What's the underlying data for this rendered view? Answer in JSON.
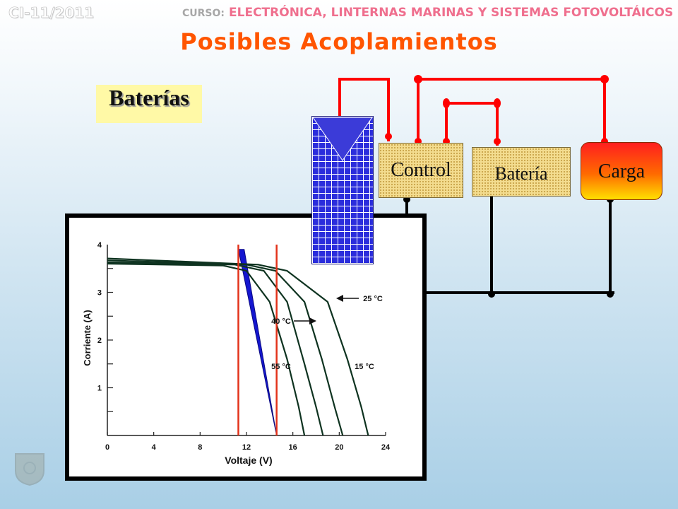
{
  "header": {
    "code": "CI-11/2011",
    "course_label": "CURSO:",
    "course_title": "ELECTRÓNICA, LINTERNAS MARINAS Y SISTEMAS FOTOVOLTÁICOS"
  },
  "title": "Posibles Acoplamientos",
  "badge": "Baterías",
  "diagram": {
    "control": "Control",
    "bateria": "Batería",
    "carga": "Carga"
  },
  "colors": {
    "title": "#ff5500",
    "wire_positive": "#ff0000",
    "wire_negative": "#000000",
    "panel": "#2b2ddc"
  },
  "chart_data": {
    "type": "line",
    "xlabel": "Voltaje (V)",
    "ylabel": "Corriente (A)",
    "xlim": [
      0,
      24
    ],
    "ylim": [
      0,
      4
    ],
    "x_ticks": [
      "0",
      "4",
      "8",
      "12",
      "16",
      "20",
      "24"
    ],
    "y_ticks": [
      "1",
      "2",
      "3",
      "4"
    ],
    "series": [
      {
        "name": "55 °C",
        "points": [
          [
            0,
            3.6
          ],
          [
            10,
            3.56
          ],
          [
            12,
            3.45
          ],
          [
            14,
            2.8
          ],
          [
            15.5,
            1.6
          ],
          [
            16.5,
            0.6
          ],
          [
            17.0,
            0
          ]
        ]
      },
      {
        "name": "40 °C",
        "points": [
          [
            0,
            3.63
          ],
          [
            11,
            3.58
          ],
          [
            13.5,
            3.45
          ],
          [
            15.5,
            2.8
          ],
          [
            17,
            1.5
          ],
          [
            18,
            0.6
          ],
          [
            18.6,
            0
          ]
        ]
      },
      {
        "name": "25 °C",
        "points": [
          [
            0,
            3.67
          ],
          [
            12,
            3.58
          ],
          [
            14.5,
            3.45
          ],
          [
            17,
            2.8
          ],
          [
            18.5,
            1.6
          ],
          [
            19.6,
            0.6
          ],
          [
            20.3,
            0
          ]
        ]
      },
      {
        "name": "15 °C",
        "points": [
          [
            0,
            3.71
          ],
          [
            13,
            3.58
          ],
          [
            15.5,
            3.45
          ],
          [
            19,
            2.8
          ],
          [
            20.7,
            1.6
          ],
          [
            21.9,
            0.6
          ],
          [
            22.5,
            0
          ]
        ]
      }
    ],
    "annotations": [
      "25 °C",
      "40 °C",
      "55 °C",
      "15 °C"
    ],
    "battery_band": {
      "top_left": [
        11.3,
        3.9
      ],
      "top_right": [
        11.8,
        3.9
      ],
      "bottom": [
        14.6,
        0
      ]
    },
    "vertical_lines_x": [
      11.3,
      14.6
    ]
  }
}
